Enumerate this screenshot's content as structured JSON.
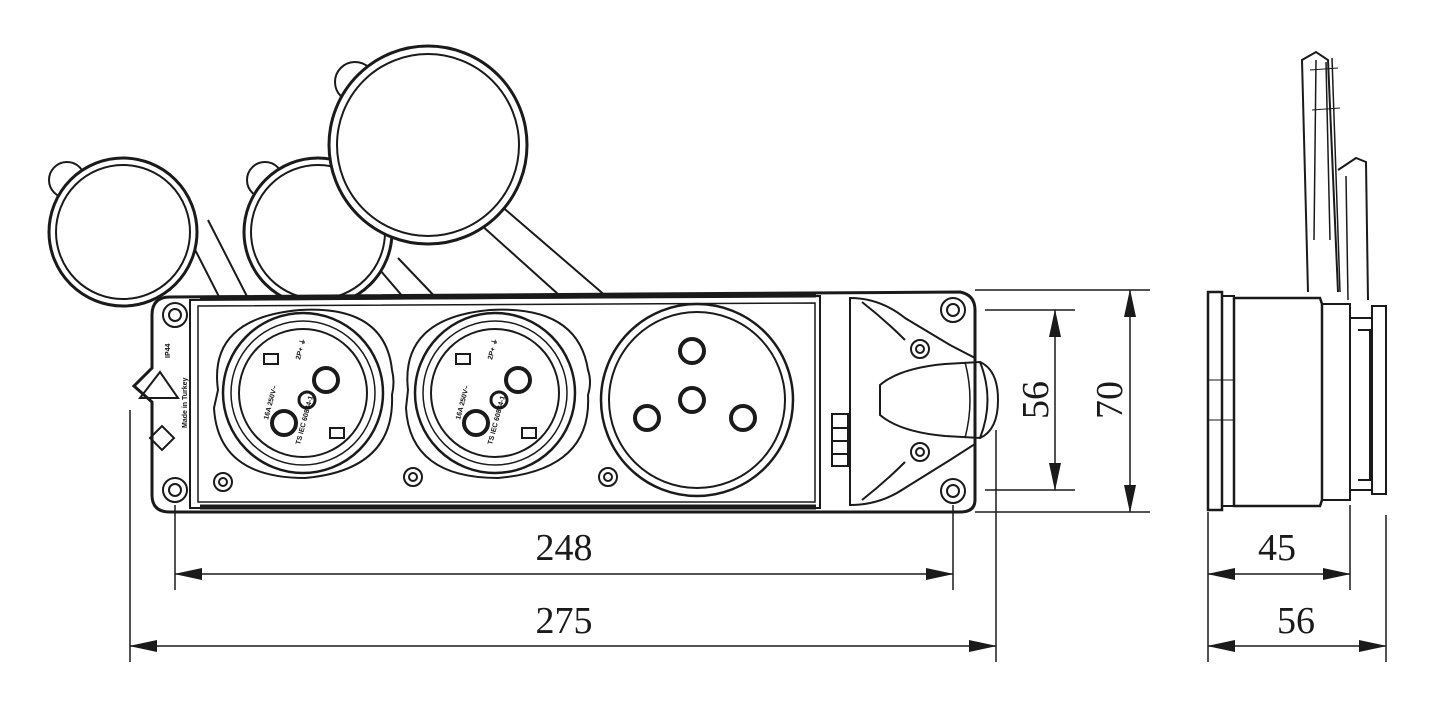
{
  "drawing": {
    "front_view": {
      "dimensions": {
        "inner_width": "248",
        "overall_width": "275",
        "inner_height": "56",
        "overall_height": "70"
      },
      "markings": {
        "ip_rating": "IP44",
        "origin": "Made in Turkey",
        "socket_rating": "16A 250V~",
        "socket_rating_alt": "2P+ ⏚",
        "standard": "TS IEC 60884-1"
      }
    },
    "side_view": {
      "dimensions": {
        "depth_inner": "45",
        "depth_overall": "56"
      }
    },
    "colors": {
      "line": "#1a1a1a",
      "background": "#ffffff"
    }
  }
}
